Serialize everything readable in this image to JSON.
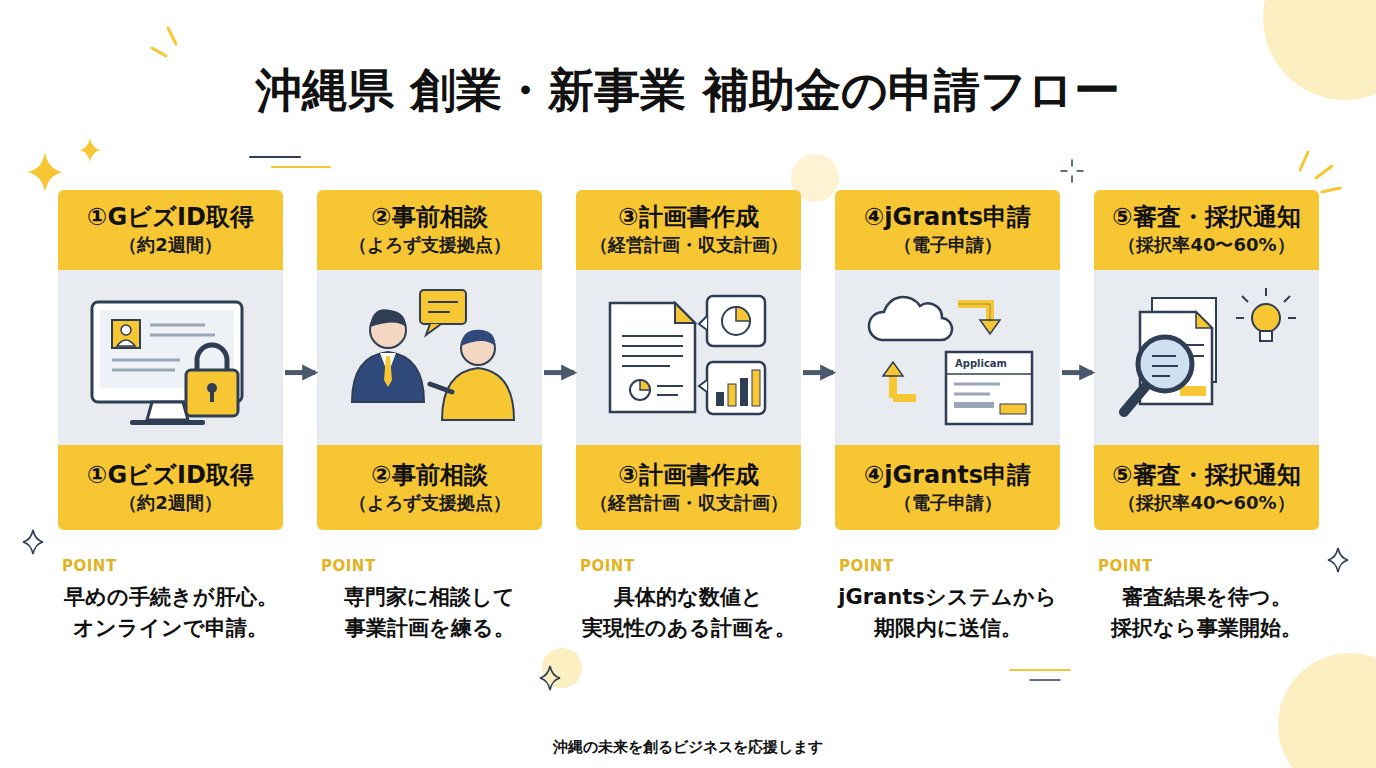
{
  "diagram": {
    "title": "沖縄県 創業・新事業 補助金の申請フロー",
    "caption": "沖縄の未来を創るビジネスを応援します",
    "nodes": [
      {
        "text": []
      },
      {
        "text": [
          "①GビズID取得",
          "（約2週間）"
        ],
        "in": 0
      },
      {
        "text": [
          "①GビズID取得",
          "（約2週間）"
        ],
        "in": 0
      },
      {
        "text": []
      },
      {
        "text": [
          "②事前相談",
          "（よろず支援拠点）"
        ],
        "in": 3
      },
      {
        "text": [
          "②事前相談",
          "（よろず支援拠点）"
        ],
        "in": 3
      },
      {
        "text": []
      },
      {
        "text": [
          "③計画書作成",
          "（経営計画・収支計画）"
        ],
        "in": 6
      },
      {
        "text": [
          "③計画書作成",
          "（経営計画・収支計画）"
        ],
        "in": 6
      },
      {
        "text": []
      },
      {
        "text": [
          "④jGrants申請",
          "（電子申請）"
        ],
        "in": 9
      },
      {
        "text": [
          "④jGrants申請",
          "（電子申請）"
        ],
        "in": 9
      },
      {
        "text": []
      },
      {
        "text": [
          "⑤審査・採択通知",
          "（採択率40〜60%）"
        ],
        "in": 12
      },
      {
        "text": [
          "⑤審査・採択通知",
          "（採択率40〜60%）"
        ],
        "in": 12
      }
    ],
    "edges": [
      {
        "from": 0,
        "to": 3,
        "arrow": "to"
      },
      {
        "from": 3,
        "to": 6,
        "arrow": "to"
      },
      {
        "from": 6,
        "to": 9,
        "arrow": "to"
      },
      {
        "from": 9,
        "to": 12,
        "arrow": "to"
      }
    ],
    "labels": [
      "Applicam",
      "POINT",
      "早めの手続きが肝心。 オンラインで申請。",
      "POINT",
      "専門家に相談して 事業計画を練る。",
      "POINT",
      "具体的な数値と 実現性のある計画を。",
      "POINT",
      "jGrantsシステムから 期限内に送信。",
      "POINT",
      "審査結果を待つ。 採択なら事業開始。"
    ]
  }
}
